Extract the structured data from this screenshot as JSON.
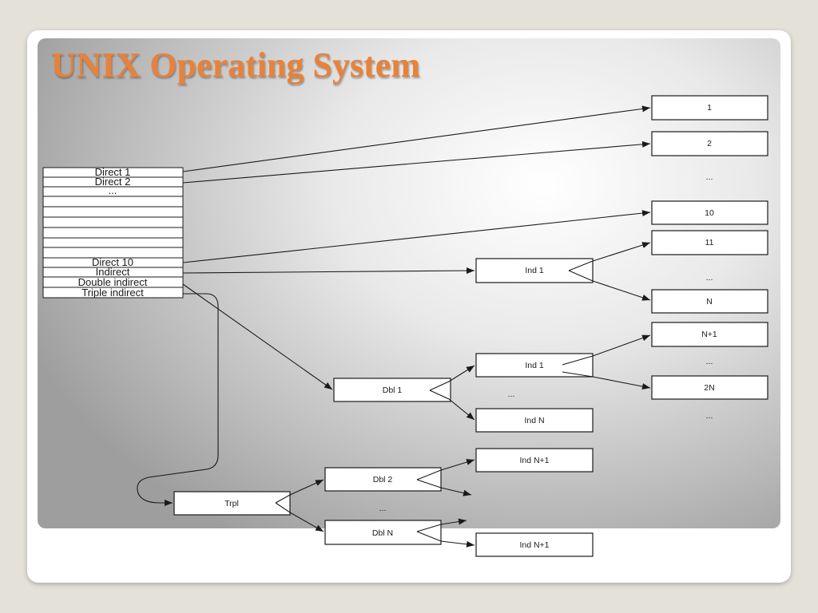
{
  "slide": {
    "title": "UNIX Operating System"
  },
  "inode_table": {
    "rows": [
      "Direct 1",
      "Direct 2",
      "...",
      "",
      "",
      "",
      "",
      "",
      "",
      "Direct 10",
      "Indirect",
      "Double indirect",
      "Triple indirect"
    ]
  },
  "data_blocks": {
    "b1": "1",
    "b2": "2",
    "gap1": "...",
    "b10": "10",
    "b11": "11",
    "gap2": "...",
    "bN": "N",
    "bN1": "N+1",
    "gap3": "...",
    "b2N": "2N",
    "gap4": "..."
  },
  "indirect_blocks": {
    "ind1_a": "Ind 1",
    "ind1_b": "Ind 1",
    "gap": "...",
    "indN": "Ind N",
    "indN1_a": "Ind N+1",
    "indN1_b": "Ind N+1"
  },
  "double_blocks": {
    "dbl1": "Dbl 1",
    "dbl2": "Dbl 2",
    "gap": "...",
    "dblN": "Dbl N"
  },
  "triple_block": {
    "trpl": "Trpl"
  }
}
